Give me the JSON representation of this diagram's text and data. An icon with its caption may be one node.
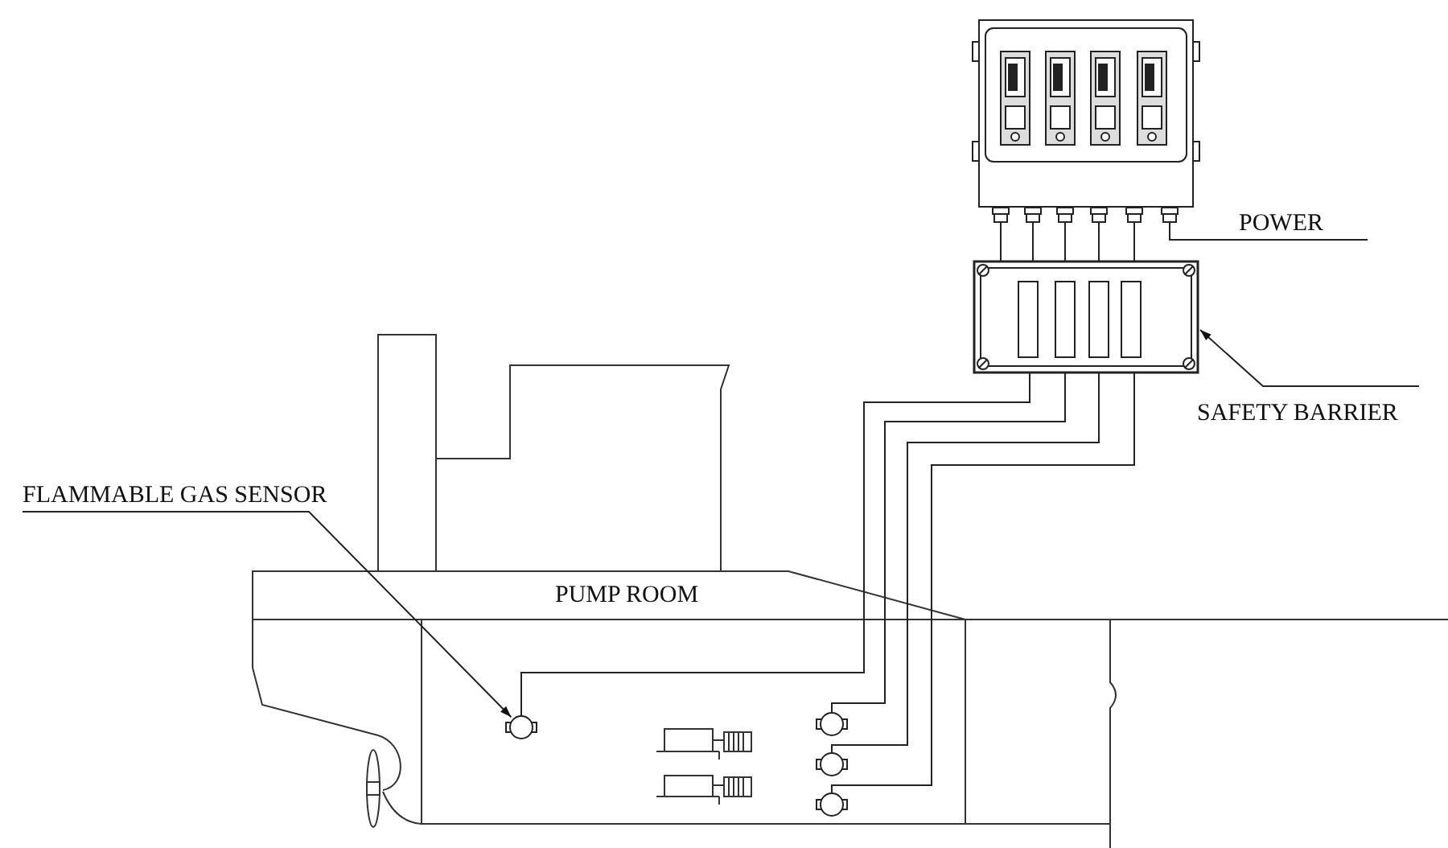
{
  "diagram": {
    "nodes": [
      {
        "text": [],
        "shape": "box"
      },
      {
        "text": [
          "POWER"
        ]
      },
      {
        "text": [],
        "shape": "box"
      },
      {
        "text": [
          "SAFETY BARRIER"
        ]
      },
      {
        "text": [
          "FLAMMABLE GAS SENSOR"
        ]
      },
      {
        "text": [],
        "shape": "circle"
      },
      {
        "text": [],
        "shape": "circle"
      },
      {
        "text": [],
        "shape": "circle"
      },
      {
        "text": [],
        "shape": "circle"
      }
    ],
    "edges": [
      {
        "from": 0,
        "to": 1,
        "arrow": "none"
      },
      {
        "from": 0,
        "to": 2,
        "arrow": "none"
      },
      {
        "from": 0,
        "to": 2,
        "arrow": "none"
      },
      {
        "from": 0,
        "to": 2,
        "arrow": "none"
      },
      {
        "from": 0,
        "to": 2,
        "arrow": "none"
      },
      {
        "from": 0,
        "to": 2,
        "arrow": "none"
      },
      {
        "from": 3,
        "to": 2,
        "arrow": "to"
      },
      {
        "from": 4,
        "to": 5,
        "arrow": "to"
      },
      {
        "from": 2,
        "to": 5,
        "arrow": "none"
      },
      {
        "from": 2,
        "to": 6,
        "arrow": "none"
      },
      {
        "from": 2,
        "to": 7,
        "arrow": "none"
      },
      {
        "from": 2,
        "to": 8,
        "arrow": "none"
      }
    ],
    "labels": [
      "PUMP ROOM"
    ]
  }
}
